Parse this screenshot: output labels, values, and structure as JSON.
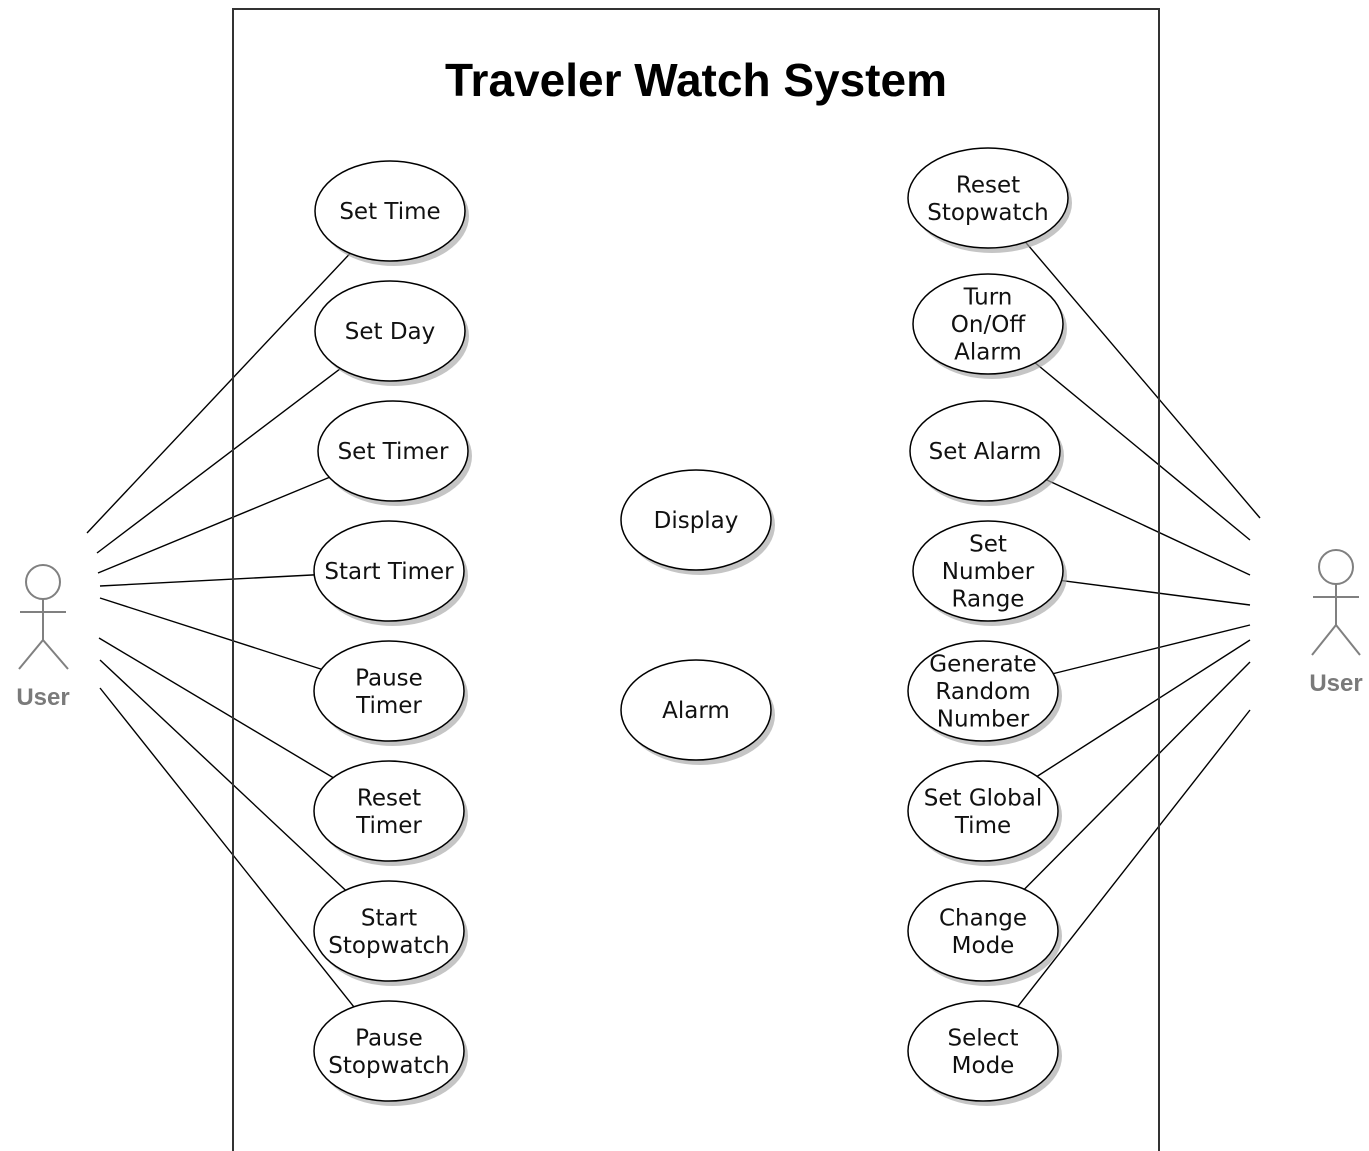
{
  "system": {
    "title": "Traveler Watch System"
  },
  "actors": [
    {
      "id": "user-left",
      "label": "User"
    },
    {
      "id": "user-right",
      "label": "User"
    }
  ],
  "use_cases": {
    "left": [
      {
        "id": "set-time",
        "lines": [
          "Set Time"
        ]
      },
      {
        "id": "set-day",
        "lines": [
          "Set Day"
        ]
      },
      {
        "id": "set-timer",
        "lines": [
          "Set Timer"
        ]
      },
      {
        "id": "start-timer",
        "lines": [
          "Start Timer"
        ]
      },
      {
        "id": "pause-timer",
        "lines": [
          "Pause",
          "Timer"
        ]
      },
      {
        "id": "reset-timer",
        "lines": [
          "Reset",
          "Timer"
        ]
      },
      {
        "id": "start-stopwatch",
        "lines": [
          "Start",
          "Stopwatch"
        ]
      },
      {
        "id": "pause-stopwatch",
        "lines": [
          "Pause",
          "Stopwatch"
        ]
      }
    ],
    "center": [
      {
        "id": "display",
        "lines": [
          "Display"
        ]
      },
      {
        "id": "alarm",
        "lines": [
          "Alarm"
        ]
      }
    ],
    "right": [
      {
        "id": "reset-stopwatch",
        "lines": [
          "Reset",
          "Stopwatch"
        ]
      },
      {
        "id": "turn-on-off-alarm",
        "lines": [
          "Turn",
          "On/Off",
          "Alarm"
        ]
      },
      {
        "id": "set-alarm",
        "lines": [
          "Set Alarm"
        ]
      },
      {
        "id": "set-number-range",
        "lines": [
          "Set",
          "Number",
          "Range"
        ]
      },
      {
        "id": "generate-random-number",
        "lines": [
          "Generate",
          "Random",
          "Number"
        ]
      },
      {
        "id": "set-global-time",
        "lines": [
          "Set Global",
          "Time"
        ]
      },
      {
        "id": "change-mode",
        "lines": [
          "Change",
          "Mode"
        ]
      },
      {
        "id": "select-mode",
        "lines": [
          "Select",
          "Mode"
        ]
      }
    ]
  },
  "associations": {
    "user-left": [
      "set-time",
      "set-day",
      "set-timer",
      "start-timer",
      "pause-timer",
      "reset-timer",
      "start-stopwatch",
      "pause-stopwatch"
    ],
    "user-right": [
      "reset-stopwatch",
      "turn-on-off-alarm",
      "set-alarm",
      "set-number-range",
      "generate-random-number",
      "set-global-time",
      "change-mode",
      "select-mode"
    ]
  }
}
